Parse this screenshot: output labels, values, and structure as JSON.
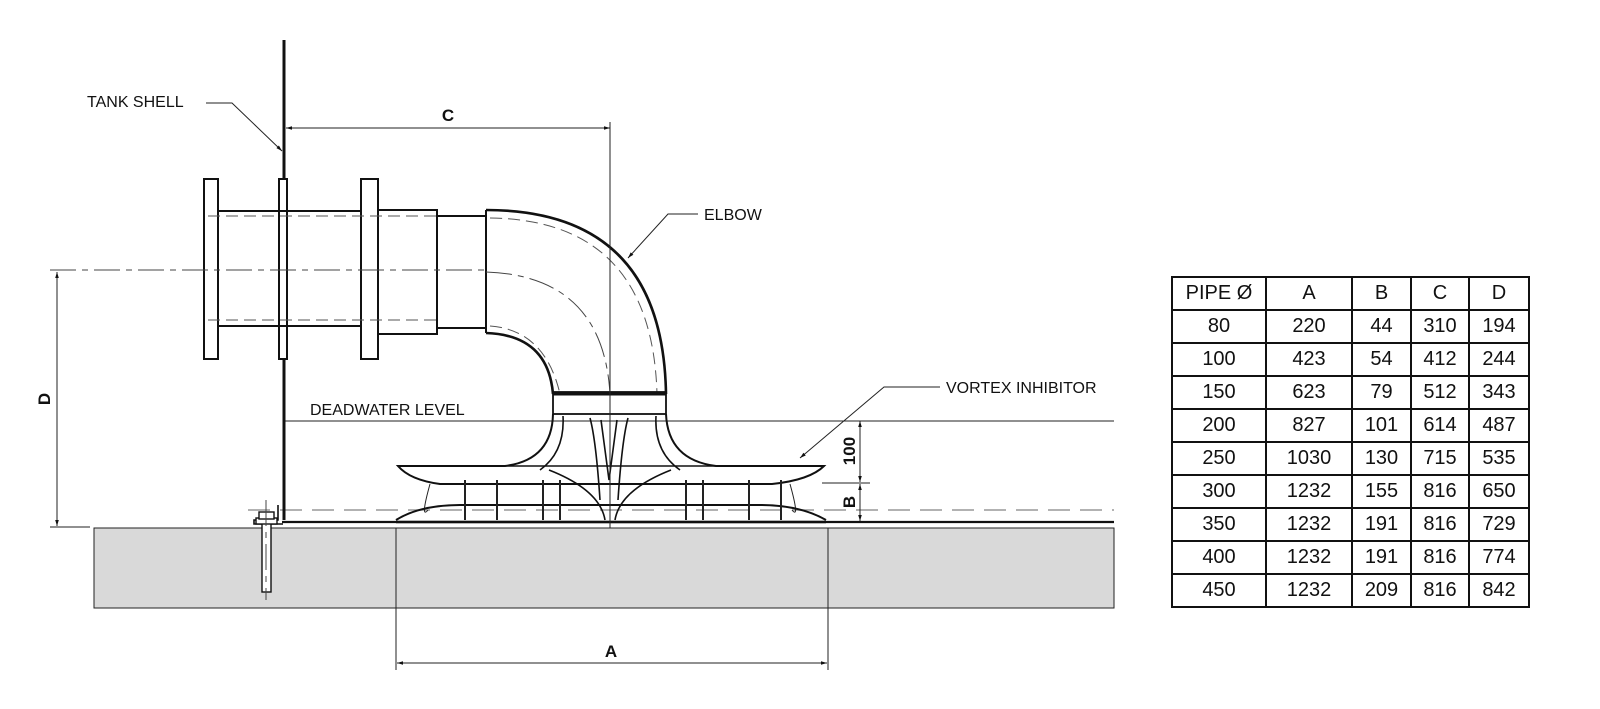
{
  "drawing": {
    "labels": {
      "tank_shell": "TANK SHELL",
      "elbow": "ELBOW",
      "deadwater_level": "DEADWATER LEVEL",
      "vortex_inhibitor": "VORTEX INHIBITOR"
    },
    "dimensions": {
      "a": "A",
      "b": "B",
      "c": "C",
      "d": "D",
      "fixed_100": "100"
    },
    "colors": {
      "line": "#111111",
      "concrete": "#d9d9d9",
      "hidden_line": "#999999"
    }
  },
  "table": {
    "headers": [
      "PIPE Ø",
      "A",
      "B",
      "C",
      "D"
    ],
    "rows": [
      [
        "80",
        "220",
        "44",
        "310",
        "194"
      ],
      [
        "100",
        "423",
        "54",
        "412",
        "244"
      ],
      [
        "150",
        "623",
        "79",
        "512",
        "343"
      ],
      [
        "200",
        "827",
        "101",
        "614",
        "487"
      ],
      [
        "250",
        "1030",
        "130",
        "715",
        "535"
      ],
      [
        "300",
        "1232",
        "155",
        "816",
        "650"
      ],
      [
        "350",
        "1232",
        "191",
        "816",
        "729"
      ],
      [
        "400",
        "1232",
        "191",
        "816",
        "774"
      ],
      [
        "450",
        "1232",
        "209",
        "816",
        "842"
      ]
    ]
  }
}
